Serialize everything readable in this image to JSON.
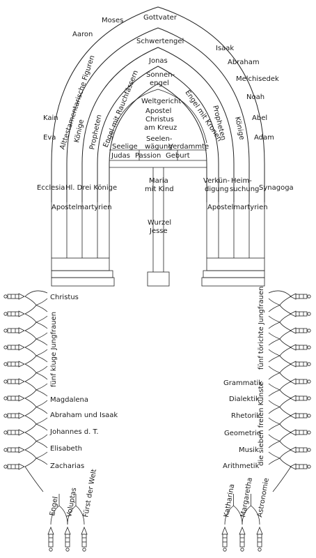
{
  "portal": {
    "outer_arch": [
      "Gottvater",
      "Moses",
      "Aaron",
      "Isaak",
      "Abraham",
      "Melchisedek",
      "Noah",
      "Abel",
      "Adam",
      "Kain",
      "Eva"
    ],
    "archivolt_labels": {
      "alttestamentarische": "Alttestamentarische Figuren",
      "koenige_left": "Könige",
      "propheten_left": "Propheten",
      "engel_rauch": "Engel mit Rauchfässern",
      "engel_kronen": "Engel mit Kronen",
      "propheten_right": "Propheten",
      "koenige_right": "Könige"
    },
    "keystones": [
      "Schwertengel",
      "Jonas",
      "Sonnen-",
      "engel"
    ],
    "tympanum": [
      "Weltgericht",
      "Apostel",
      "Christus",
      "am Kreuz",
      "Seelen-",
      "wägung",
      "Seelige",
      "Verdammte",
      "Judas",
      "Passion",
      "Geburt"
    ],
    "jamb_left": [
      "Ecclesia",
      "Hl. Drei Könige"
    ],
    "jamb_right": [
      "Verkün-",
      "digung",
      "Heim-",
      "suchung",
      "Synagoga"
    ],
    "trumeau": [
      "Maria",
      "mit Kind",
      "Wurzel",
      "Jesse"
    ],
    "apostelmartyrien_left": "Apostelmartyrien",
    "apostelmartyrien_right": "Apostelmartyrien"
  },
  "left_wall": {
    "items": [
      "Christus",
      "Magdalena",
      "Abraham und Isaak",
      "Johannes d. T.",
      "Elisabeth",
      "Zacharias"
    ],
    "vertical": "fünf kluge Jungfrauen",
    "bottom": [
      "Engel",
      "Voluptas",
      "Fürst der Welt"
    ]
  },
  "right_wall": {
    "items": [
      "Grammatik",
      "Dialektik",
      "Rhetorik",
      "Geometrie",
      "Musik",
      "Arithmetik"
    ],
    "vertical_top": "fünf törichte Jungfrauen",
    "vertical_bottom": "die sieben freien Künste",
    "bottom": [
      "Katharina",
      "Margaretha",
      "Astronomie"
    ]
  },
  "icons": {
    "figure": "column-figure-icon"
  }
}
